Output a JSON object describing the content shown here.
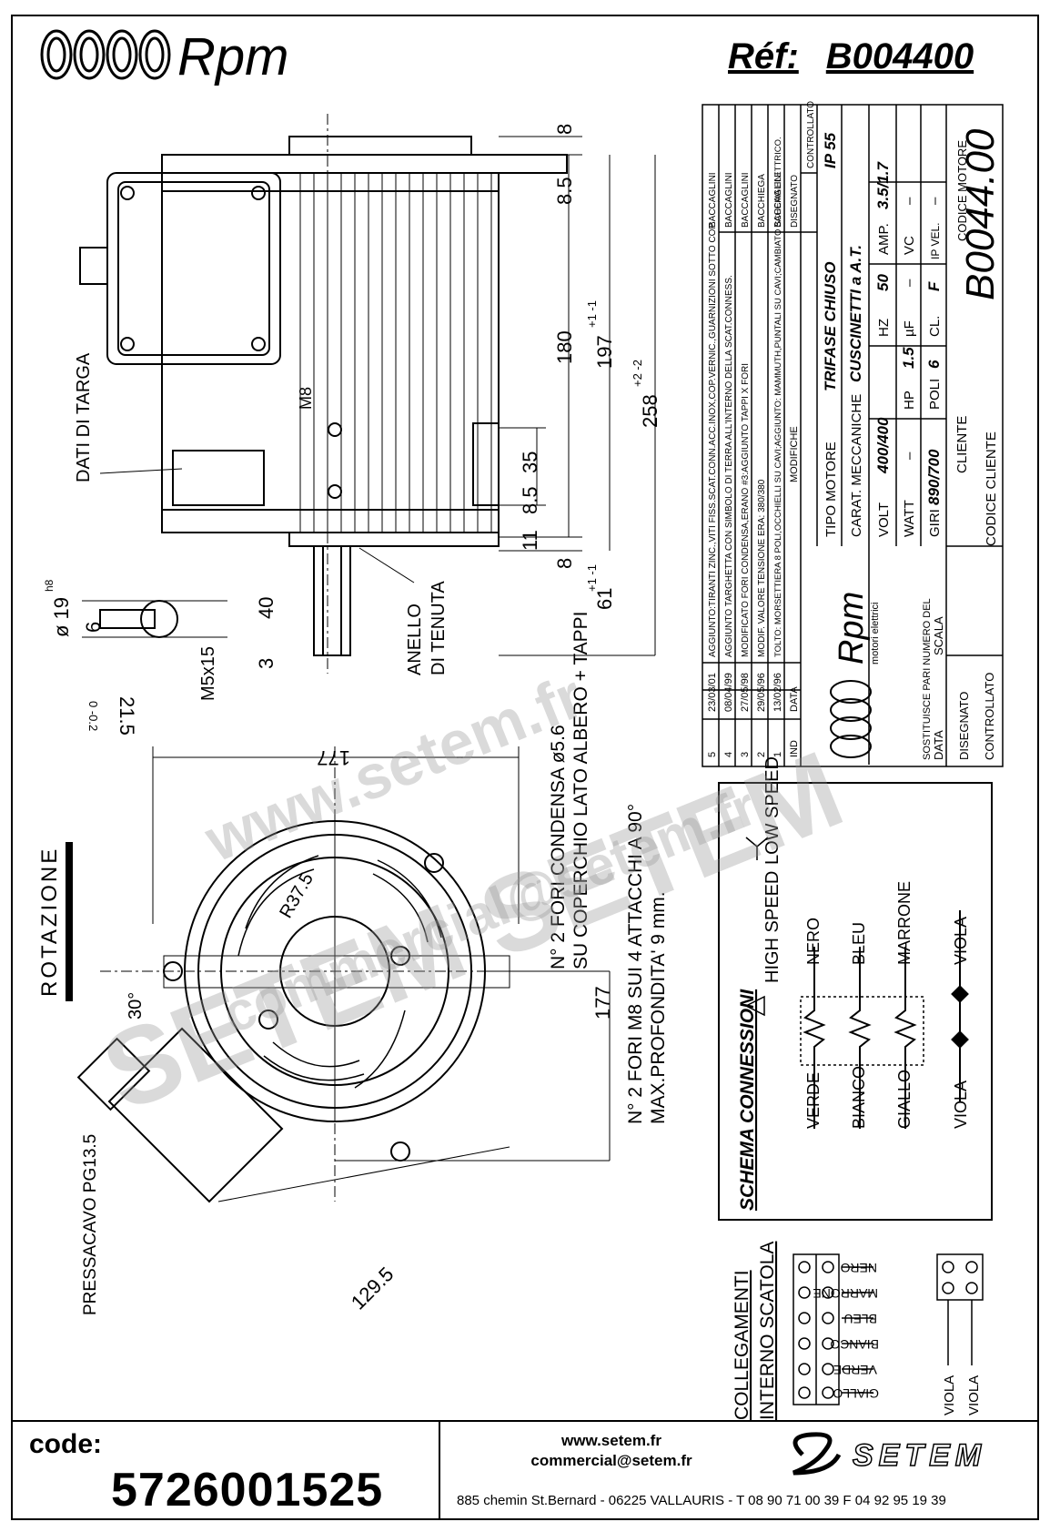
{
  "header": {
    "brand": "Rpm",
    "ref_label": "Réf:",
    "ref_value": "B004400"
  },
  "drawing": {
    "dims": {
      "d8_top": "8",
      "d8_5_top": "8.5",
      "d180": "180",
      "d197": "197",
      "d197_tol": "+1 -1",
      "d258": "258",
      "d258_tol": "+2 -2",
      "d35": "35",
      "d8_5_bot": "8.5",
      "d11": "11",
      "d8_bot": "8",
      "d61": "61",
      "d61_tol": "+1 -1",
      "m8": "M8",
      "d40": "40",
      "d3": "3",
      "d19": "ø 19",
      "d19_tol": "h8",
      "d6": "6",
      "d21_5": "21.5",
      "d21_5_tol": "0 -0.2",
      "m5": "M5x15",
      "d177_top": "177",
      "d177_side": "177",
      "r37_5": "R37.5",
      "d30": "30°",
      "d129_5": "129.5"
    },
    "labels": {
      "dati_targa": "DATI DI TARGA",
      "anello": "ANELLO",
      "tenuta": "DI TENUTA",
      "rotazione": "ROTAZIONE",
      "pressacavo": "PRESSACAVO PG13.5",
      "fori_condensa": "N° 2 FORI CONDENSA ø5.6",
      "coperchio": "SU COPERCHIO LATO ALBERO + TAPPI",
      "fori_m8": "N° 2 FORI M8 SUI 4 ATTACCHI A 90°",
      "profondita": "MAX.PROFONDITA' 9 mm."
    }
  },
  "schema": {
    "title": "SCHEMA CONNESSIONI",
    "high_speed": "HIGH SPEED",
    "low_speed": "LOW SPEED",
    "wires_top": [
      "NERO",
      "BLEU",
      "MARRONE"
    ],
    "wires_bottom": [
      "VERDE",
      "BIANCO",
      "GIALLO"
    ],
    "viola_a": "VIOLA",
    "viola_b": "VIOLA"
  },
  "collegamenti": {
    "title1": "COLLEGAMENTI",
    "title2": "INTERNO SCATOLA",
    "wires": [
      "NERO",
      "MARRONE",
      "BLEU",
      "BIANCO",
      "VERDE",
      "GIALLO"
    ],
    "viola_a": "VIOLA",
    "viola_b": "VIOLA"
  },
  "revisions": [
    {
      "ind": "5",
      "date": "23/03/01",
      "text": "AGGIUNTO:TIRANTI ZINC.,VITI FISS.SCAT.CONN.ACC.INOX,COP.VERNIC.,GUARNIZIONI SOTTO COP.",
      "by": "BACCAGLINI"
    },
    {
      "ind": "4",
      "date": "08/04/99",
      "text": "AGGIUNTO TARGHETTA CON SIMBOLO DI TERRA ALL'INTERNO DELLA SCAT.CONNESS.",
      "by": "BACCAGLINI"
    },
    {
      "ind": "3",
      "date": "27/05/98",
      "text": "MODIFICATO FORI CONDENSA,ERANO #3:AGGIUNTO TAPPI X FORI",
      "by": "BACCAGLINI"
    },
    {
      "ind": "2",
      "date": "29/05/96",
      "text": "MODIF. VALORE TENSIONE ERA: 380/380",
      "by": "BACCHIEGA"
    },
    {
      "ind": "1",
      "date": "13/02/96",
      "text": "TOLTO: MORSETTIERA 8 POLI,OCCHIELLI SU CAVI;AGGIUNTO: MAMMUTH,PUNTALI SU CAVI;CAMBIATO SCHEMA ELETTRICO.",
      "by": "BACCAGLINI"
    }
  ],
  "table": {
    "ind": "IND",
    "data": "DATA",
    "modifiche": "MODIFICHE",
    "disegnato": "DISEGNATO",
    "controllato": "CONTROLLATO",
    "tipo_motore_label": "TIPO MOTORE",
    "tipo_motore": "TRIFASE CHIUSO",
    "ip": "IP 55",
    "carat_label": "CARAT. MECCANICHE",
    "carat": "CUSCINETTI a A.T.",
    "volt_label": "VOLT",
    "volt": "400/400",
    "hz_label": "HZ",
    "hz": "50",
    "amp_label": "AMP.",
    "amp": "3.5/1.7",
    "watt_label": "WATT",
    "watt": "–",
    "hp_label": "HP",
    "hp": "1.5",
    "uf_label": "µF",
    "uf": "–",
    "vc_label": "VC",
    "vc": "–",
    "giri_label": "GIRI",
    "giri": "890/700",
    "poli_label": "POLI",
    "poli": "6",
    "cl_label": "CL.",
    "cl": "F",
    "ipvel_label": "IP VEL.",
    "ipvel": "–",
    "cliente": "CLIENTE",
    "codice_cliente": "CODICE CLIENTE",
    "codice_motore_label": "CODICE MOTORE",
    "codice_motore": "B0044.00",
    "sostituisce": "SOSTITUISCE PARI NUMERO DEL",
    "data_label": "DATA",
    "scala": "SCALA",
    "disegnato2": "DISEGNATO",
    "controllato2": "CONTROLLATO",
    "logo_rpm": "Rpm",
    "logo_sub": "motori elettrici"
  },
  "watermark": {
    "a": "www.setem.fr",
    "b": "SETEM SETEM",
    "c": "commercial@setem.fr"
  },
  "footer": {
    "code_label": "code:",
    "code_value": "5726001525",
    "web": "www.setem.fr",
    "email": "commercial@setem.fr",
    "address": "885 chemin St.Bernard  -  06225 VALLAURIS  -  T 08 90 71 00 39   F 04 92 95 19 39",
    "company": "SETEM"
  }
}
